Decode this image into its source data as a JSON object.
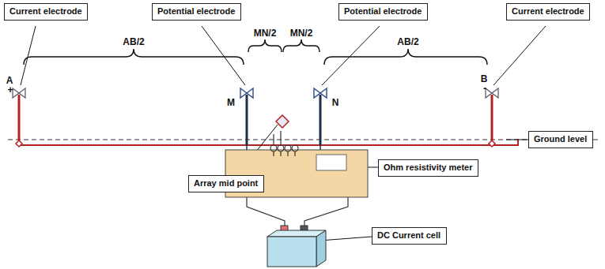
{
  "diagram": {
    "nodes": [
      {
        "text": [
          "Current electrode"
        ]
      },
      {
        "text": [
          "Potential electrode"
        ]
      },
      {
        "text": [
          "Potential electrode"
        ]
      },
      {
        "text": [
          "Current electrode"
        ]
      },
      {
        "text": [
          "Ground level"
        ]
      },
      {
        "text": [
          "Array mid point"
        ]
      },
      {
        "text": [
          "Ohm resistivity meter"
        ]
      },
      {
        "text": [
          "DC Current cell"
        ]
      }
    ],
    "labels": [
      "A",
      "+",
      "AB/2",
      "M",
      "MN/2",
      "MN/2",
      "N",
      "AB/2",
      "B",
      "-"
    ]
  }
}
